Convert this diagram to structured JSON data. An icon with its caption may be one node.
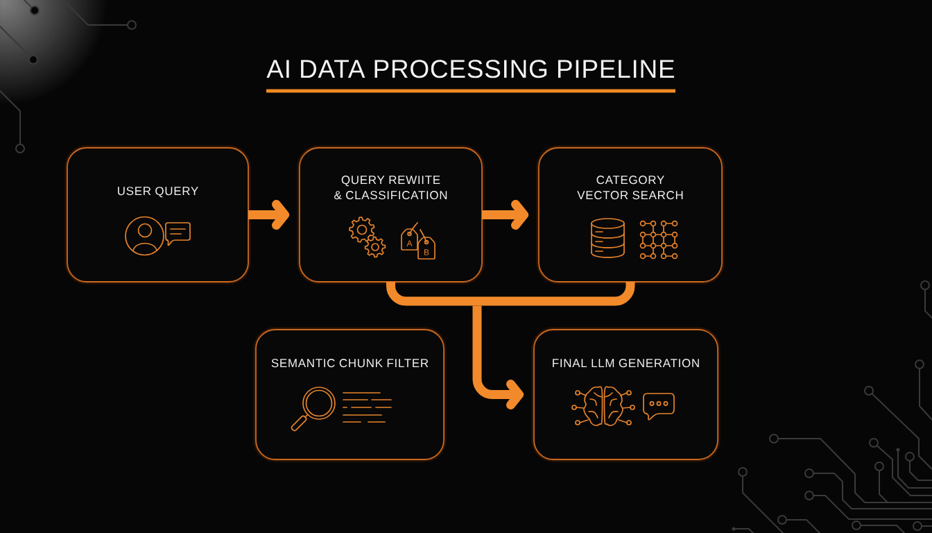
{
  "diagram": {
    "title": "AI DATA PROCESSING PIPELINE",
    "nodes": [
      {
        "text": [
          "USER QUERY"
        ]
      },
      {
        "text": [
          "QUERY REWIITE & CLASSIFICATION"
        ]
      },
      {
        "text": [
          "CATEGORY VECTOR SEARCH"
        ]
      },
      {
        "text": [
          "SEMANTIC CHUNK FILTER"
        ]
      },
      {
        "text": [
          "FINAL LLM GENERATION"
        ]
      }
    ],
    "edges": [
      {
        "from": 0,
        "to": 1,
        "arrow": "to"
      },
      {
        "from": 1,
        "to": 2,
        "arrow": "to"
      },
      {
        "from": 1,
        "to": 4,
        "arrow": "to"
      },
      {
        "from": 2,
        "to": 4,
        "arrow": "to"
      }
    ],
    "labels": [
      "A",
      "B"
    ]
  }
}
